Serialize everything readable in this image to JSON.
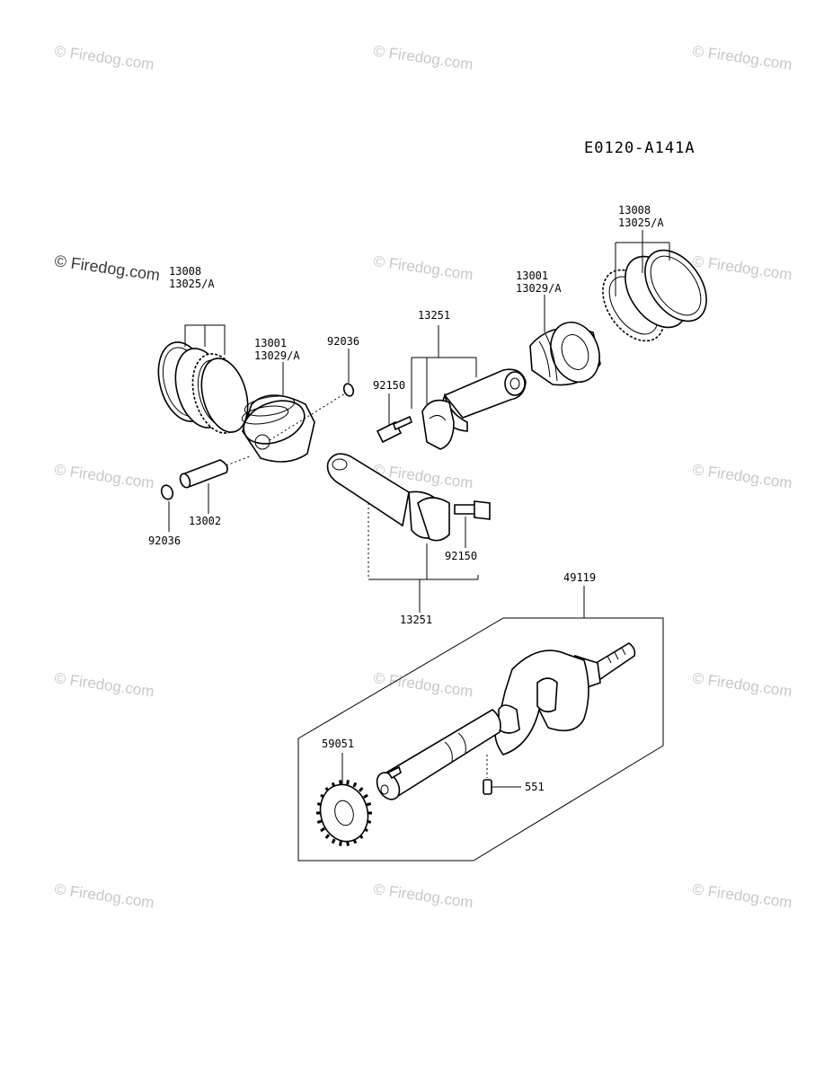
{
  "diagram_code": "E0120-A141A",
  "watermark_text": "© Firedog.com",
  "parts": {
    "ring_set_left": [
      "13008",
      "13025/A"
    ],
    "piston_left": [
      "13001",
      "13029/A"
    ],
    "circlip_upper": "92036",
    "piston_pin": "13002",
    "circlip_lower": "92036",
    "conrod_upper": "13251",
    "bolt_upper": "92150",
    "piston_right": [
      "13001",
      "13029/A"
    ],
    "ring_set_right": [
      "13008",
      "13025/A"
    ],
    "conrod_lower": "13251",
    "bolt_lower": "92150",
    "crankshaft": "49119",
    "gear": "59051",
    "key": "551"
  }
}
